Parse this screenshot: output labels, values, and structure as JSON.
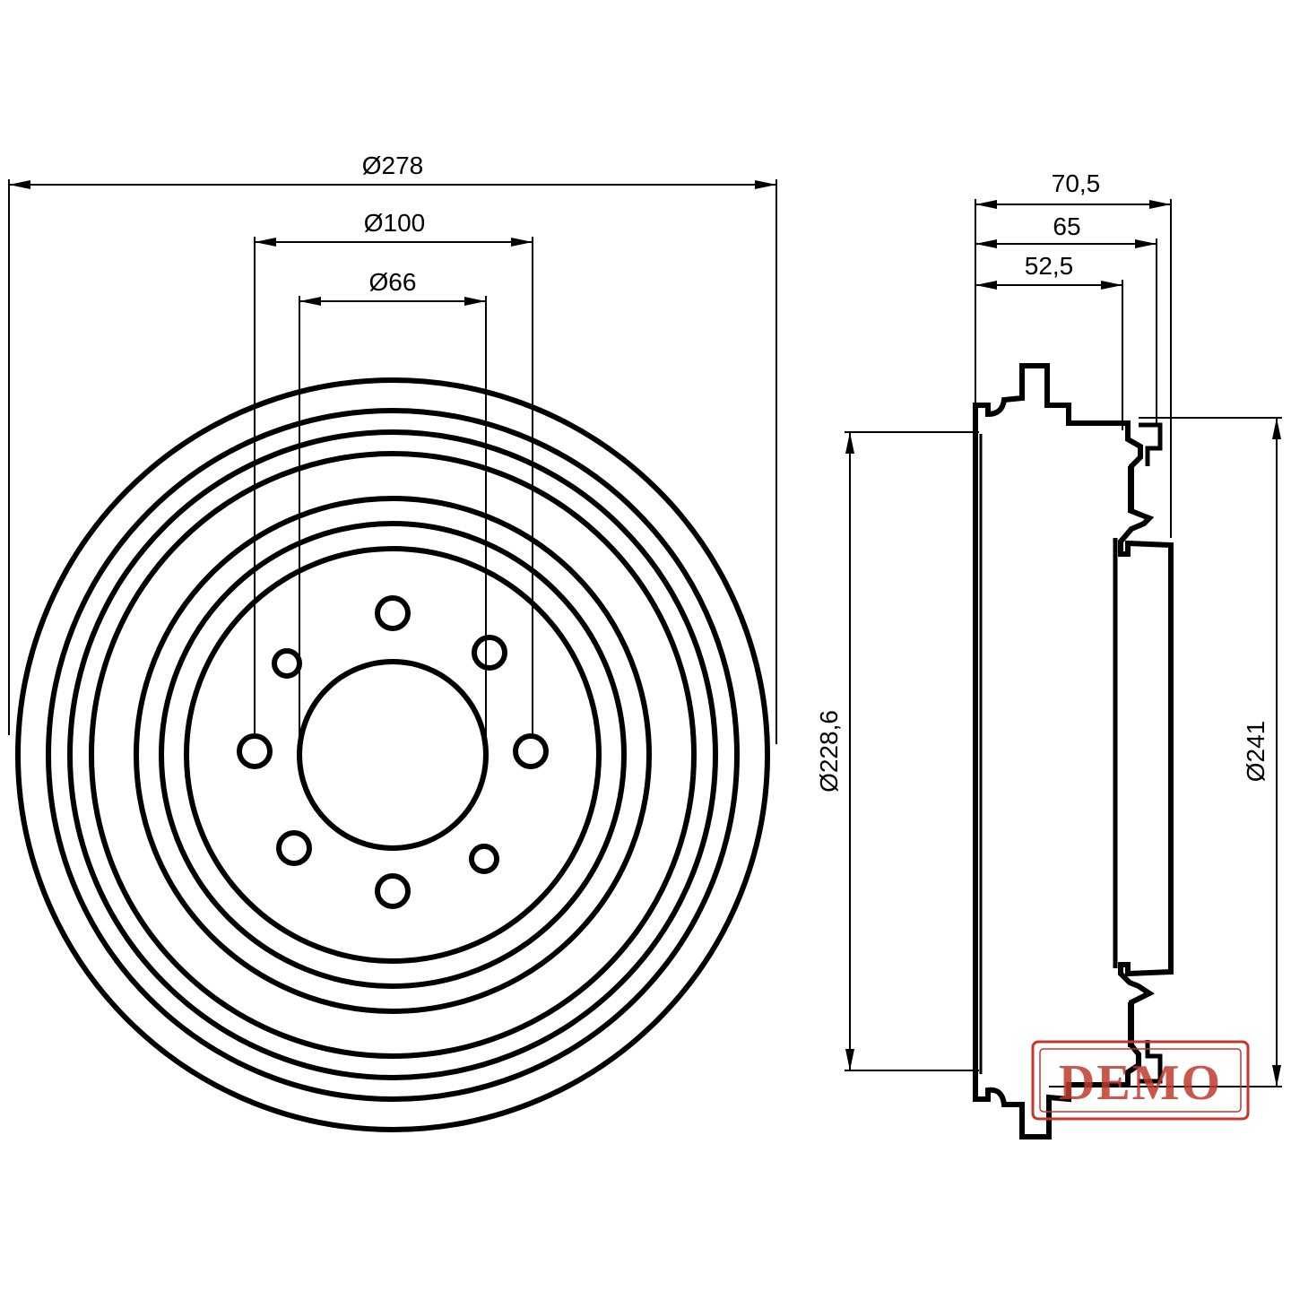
{
  "front_view": {
    "dim_outer": "Ø278",
    "dim_bolt_circle": "Ø100",
    "dim_center_bore": "Ø66"
  },
  "side_view": {
    "dim_total_width": "70,5",
    "dim_width_65": "65",
    "dim_width_52": "52,5",
    "dim_inner_dia": "Ø228,6",
    "dim_outer_dia": "Ø241"
  },
  "stamp": {
    "text": "DEMO",
    "color": "#c0392b"
  }
}
